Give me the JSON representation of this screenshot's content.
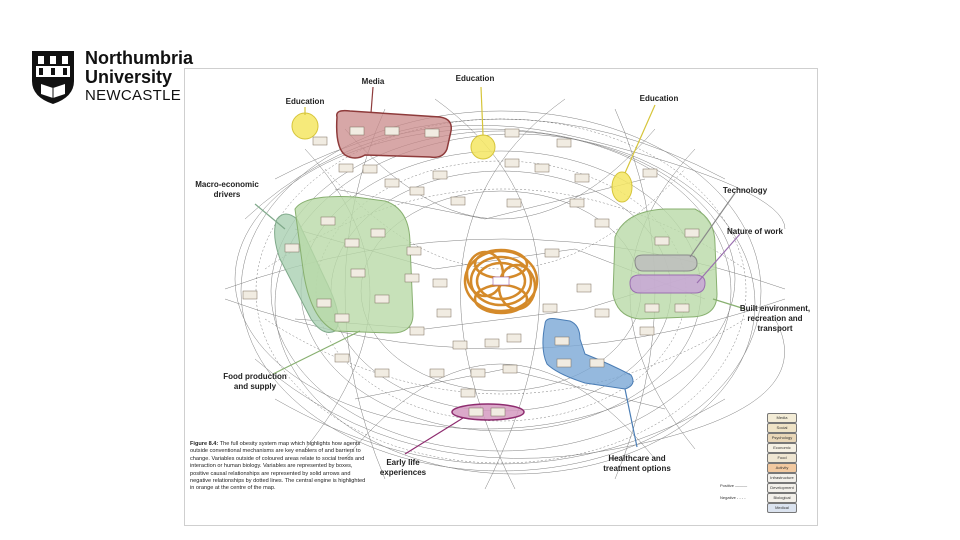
{
  "brand": {
    "line1": "Northumbria",
    "line2": "University",
    "line3": "NEWCASTLE"
  },
  "labels": {
    "media": "Media",
    "education_left": "Education",
    "education_top": "Education",
    "education_right": "Education",
    "macro_line1": "Macro-economic",
    "macro_line2": "drivers",
    "technology": "Technology",
    "nature_of_work": "Nature of work",
    "built_line1": "Built environment,",
    "built_line2": "recreation and",
    "built_line3": "transport",
    "food_line1": "Food production",
    "food_line2": "and supply",
    "early_line1": "Early life",
    "early_line2": "experiences",
    "health_line1": "Healthcare and",
    "health_line2": "treatment options"
  },
  "caption": {
    "title": "Figure 8.4:",
    "body": "The full obesity system map which highlights how agents outside conventional mechanisms are key enablers of and barriers to change. Variables outside of coloured areas relate to social trends and interaction or human biology. Variables are represented by boxes, positive causal relationships are represented by solid arrows and negative relationships by dotted lines. The central engine is highlighted in orange at the centre of the map."
  },
  "legend": {
    "items": [
      "Media",
      "Social",
      "Psychology",
      "Economic",
      "Food",
      "Activity",
      "Infrastructure",
      "Development",
      "Biological",
      "Medical"
    ],
    "positive": "Positive",
    "negative": "Negative"
  },
  "colors": {
    "education": "#f5e663",
    "media": "#b85c5c",
    "macro": "#a9cfb2",
    "food": "#b9d9a8",
    "built_environment": "#b9d9a8",
    "nature_of_work": "#c8a6d6",
    "technology": "#bdbdbd",
    "healthcare": "#7aa7d6",
    "early_life": "#b0588f",
    "engine": "#d48a2a"
  }
}
